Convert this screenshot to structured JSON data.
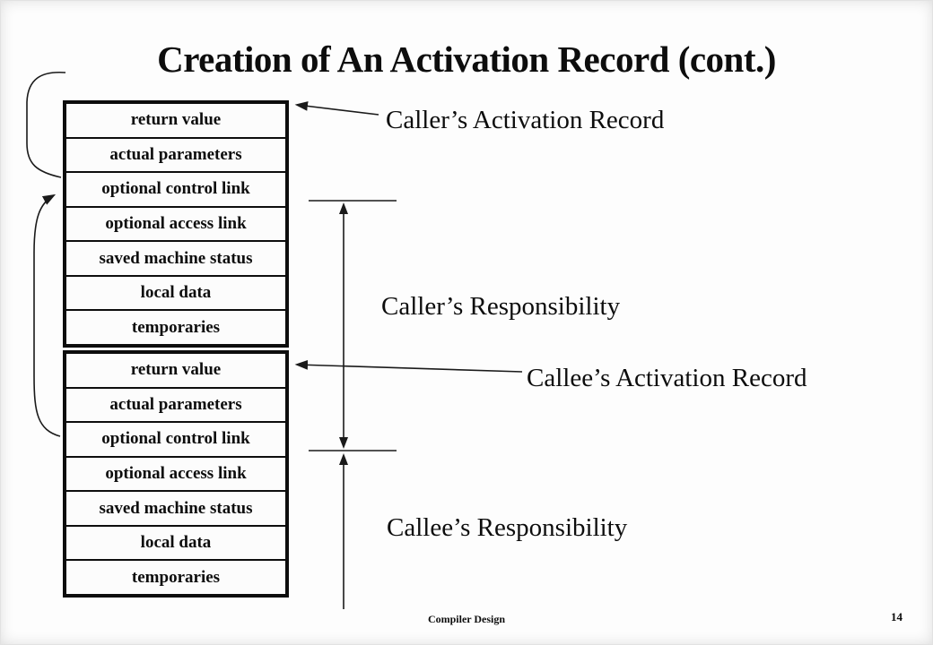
{
  "slide": {
    "title": "Creation of An Activation Record (cont.)",
    "footer": "Compiler Design",
    "page_number": "14"
  },
  "records": {
    "caller": {
      "label": "Caller’s Activation Record",
      "rows": [
        "return value",
        "actual parameters",
        "optional control link",
        "optional access link",
        "saved machine status",
        "local data",
        "temporaries"
      ]
    },
    "callee": {
      "label": "Callee’s Activation Record",
      "rows": [
        "return value",
        "actual parameters",
        "optional control link",
        "optional access link",
        "saved machine status",
        "local data",
        "temporaries"
      ]
    }
  },
  "responsibilities": {
    "caller": "Caller’s Responsibility",
    "callee": "Callee’s Responsibility"
  },
  "colors": {
    "ink": "#0d0d0d",
    "background": "#fdfdfd"
  }
}
